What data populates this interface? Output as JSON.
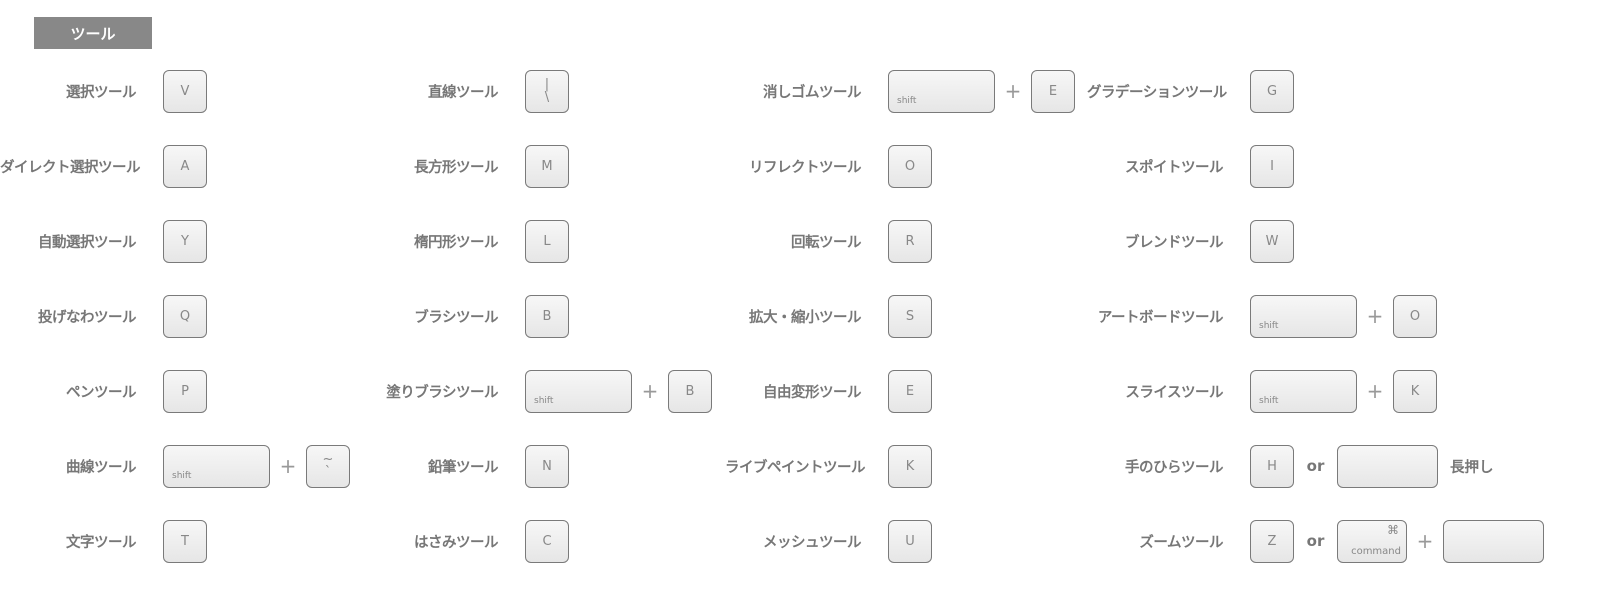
{
  "section_title": "ツール",
  "columns": [
    {
      "rows": [
        {
          "label": "選択ツール",
          "items": [
            {
              "type": "key",
              "label": "V"
            }
          ]
        },
        {
          "label": "ダイレクト選択ツール",
          "items": [
            {
              "type": "key",
              "label": "A"
            }
          ]
        },
        {
          "label": "自動選択ツール",
          "items": [
            {
              "type": "key",
              "label": "Y"
            }
          ]
        },
        {
          "label": "投げなわツール",
          "items": [
            {
              "type": "key",
              "label": "Q"
            }
          ]
        },
        {
          "label": "ペンツール",
          "items": [
            {
              "type": "key",
              "label": "P"
            }
          ]
        },
        {
          "label": "曲線ツール",
          "items": [
            {
              "type": "wide",
              "sub": "shift"
            },
            {
              "type": "sep",
              "label": "+"
            },
            {
              "type": "key",
              "label": "~",
              "label2": "`"
            }
          ]
        },
        {
          "label": "文字ツール",
          "items": [
            {
              "type": "key",
              "label": "T"
            }
          ]
        }
      ]
    },
    {
      "rows": [
        {
          "label": "直線ツール",
          "items": [
            {
              "type": "key",
              "label": "|",
              "label2": "\\"
            }
          ]
        },
        {
          "label": "長方形ツール",
          "items": [
            {
              "type": "key",
              "label": "M"
            }
          ]
        },
        {
          "label": "楕円形ツール",
          "items": [
            {
              "type": "key",
              "label": "L"
            }
          ]
        },
        {
          "label": "ブラシツール",
          "items": [
            {
              "type": "key",
              "label": "B"
            }
          ]
        },
        {
          "label": "塗りブラシツール",
          "items": [
            {
              "type": "wide",
              "sub": "shift"
            },
            {
              "type": "sep",
              "label": "+"
            },
            {
              "type": "key",
              "label": "B"
            }
          ]
        },
        {
          "label": "鉛筆ツール",
          "items": [
            {
              "type": "key",
              "label": "N"
            }
          ]
        },
        {
          "label": "はさみツール",
          "items": [
            {
              "type": "key",
              "label": "C"
            }
          ]
        }
      ]
    },
    {
      "rows": [
        {
          "label": "消しゴムツール",
          "items": [
            {
              "type": "wide",
              "sub": "shift"
            },
            {
              "type": "sep",
              "label": "+"
            },
            {
              "type": "key",
              "label": "E"
            }
          ]
        },
        {
          "label": "リフレクトツール",
          "items": [
            {
              "type": "key",
              "label": "O"
            }
          ]
        },
        {
          "label": "回転ツール",
          "items": [
            {
              "type": "key",
              "label": "R"
            }
          ]
        },
        {
          "label": "拡大・縮小ツール",
          "items": [
            {
              "type": "key",
              "label": "S"
            }
          ]
        },
        {
          "label": "自由変形ツール",
          "items": [
            {
              "type": "key",
              "label": "E"
            }
          ]
        },
        {
          "label": "ライブペイントツール",
          "items": [
            {
              "type": "key",
              "label": "K"
            }
          ]
        },
        {
          "label": "メッシュツール",
          "items": [
            {
              "type": "key",
              "label": "U"
            }
          ]
        }
      ]
    },
    {
      "rows": [
        {
          "label": "グラデーションツール",
          "items": [
            {
              "type": "key",
              "label": "G"
            }
          ]
        },
        {
          "label": "スポイトツール",
          "items": [
            {
              "type": "key",
              "label": "I"
            }
          ]
        },
        {
          "label": "ブレンドツール",
          "items": [
            {
              "type": "key",
              "label": "W"
            }
          ]
        },
        {
          "label": "アートボードツール",
          "items": [
            {
              "type": "wide",
              "sub": "shift"
            },
            {
              "type": "sep",
              "label": "+"
            },
            {
              "type": "key",
              "label": "O"
            }
          ]
        },
        {
          "label": "スライスツール",
          "items": [
            {
              "type": "wide",
              "sub": "shift"
            },
            {
              "type": "sep",
              "label": "+"
            },
            {
              "type": "key",
              "label": "K"
            }
          ]
        },
        {
          "label": "手のひらツール",
          "items": [
            {
              "type": "key",
              "label": "H"
            },
            {
              "type": "or",
              "label": "or"
            },
            {
              "type": "space"
            },
            {
              "type": "text",
              "label": "長押し"
            }
          ]
        },
        {
          "label": "ズームツール",
          "items": [
            {
              "type": "key",
              "label": "Z"
            },
            {
              "type": "or",
              "label": "or"
            },
            {
              "type": "command",
              "sup": "⌘",
              "sub": "command"
            },
            {
              "type": "sep",
              "label": "+"
            },
            {
              "type": "space"
            }
          ]
        }
      ]
    }
  ]
}
